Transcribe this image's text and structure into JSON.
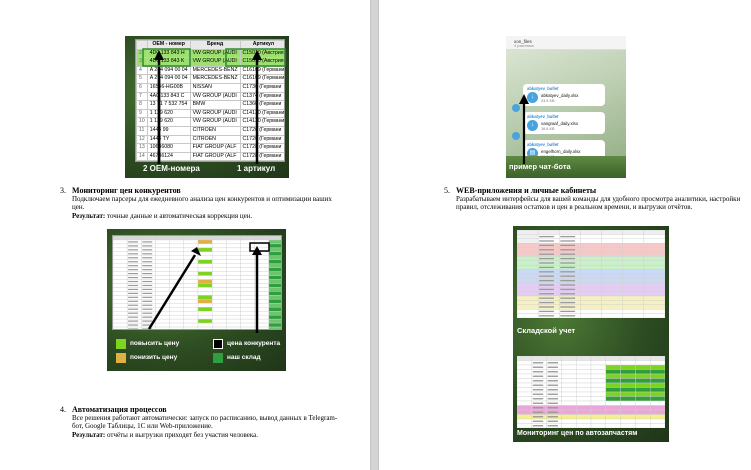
{
  "left_page": {
    "figure1": {
      "headers": [
        "OEM - номер",
        "Бренд",
        "Артикул"
      ],
      "rows": [
        [
          "4D0 133 843 H",
          "VW GROUP (AUDI",
          "C15010 (Австрия"
        ],
        [
          "4D0 133 843 K",
          "VW GROUP (AUDI",
          "C15010 (Австрия"
        ],
        [
          "A 274 094 00 04",
          "MERCEDES-BENZ",
          "C16109 (Германи"
        ],
        [
          "A 274 094 00 04",
          "MERCEDES-BENZ",
          "C16109 (Германи"
        ],
        [
          "16546-HG00B",
          "NISSAN",
          "C1730 (Германи"
        ],
        [
          "4A0 133 843 C",
          "VW GROUP (AUDI",
          "C1374 (Германи"
        ],
        [
          "13 71 7 532 754",
          "BMW",
          "C1360 (Германи"
        ],
        [
          "1 129 620",
          "VW GROUP (AUDI",
          "C14130 (Германи"
        ],
        [
          "1 129 620",
          "VW GROUP (AUDI",
          "C14130 (Германи"
        ],
        [
          "1444 99",
          "CITROEN",
          "C1726 (Германи"
        ],
        [
          "1444 TY",
          "CITROEN",
          "C1726 (Германи"
        ],
        [
          "10636080",
          "FIAT GROUP (ALF",
          "C1728 (Германи"
        ],
        [
          "46736124",
          "FIAT GROUP (ALF",
          "C1728 (Германи"
        ]
      ],
      "row_numbers": [
        "1",
        "2",
        "3",
        "4",
        "5",
        "6",
        "7",
        "8",
        "9",
        "10",
        "11",
        "12",
        "13",
        "14"
      ],
      "caption_left": "2 OEM-номера",
      "caption_right": "1 артикул"
    },
    "section3": {
      "number": "3.",
      "title": "Мониторинг цен конкурентов",
      "text": "Подключаем парсеры для ежедневного анализа цен конкурентов и оптимизации ваших цен.",
      "result_label": "Результат:",
      "result_text": " точные данные и автоматическая коррекция цен."
    },
    "figure2": {
      "legend": [
        {
          "label": "повысить цену",
          "color": "#7ed321"
        },
        {
          "label": "понизить цену",
          "color": "#e0b040"
        },
        {
          "label": "цена конкурента",
          "color": "#000000"
        },
        {
          "label": "наш склад",
          "color": "#2e9e3e"
        }
      ]
    },
    "section4": {
      "number": "4.",
      "title": "Автоматизация процессов",
      "text": "Все решения работают автоматически: запуск по расписанию, вывод данных в Telegram-бот, Google Таблицы, 1С или Web-приложение.",
      "result_label": "Результат:",
      "result_text": " отчёты и выгрузки приходят без участия человека."
    }
  },
  "right_page": {
    "figure3": {
      "chat_title": "xon_files",
      "chat_subtitle": "4 участника",
      "messages": [
        {
          "sender": "abkatyev_bullet",
          "file": "abkatyev_daily.xlsx",
          "size": "23.5 KB"
        },
        {
          "sender": "abkatyev_bullet",
          "file": "vangraaf_daily.xlsx",
          "size": "16.6 KB"
        },
        {
          "sender": "abkatyev_bullet",
          "file": "engelhorn_daily.xlsx",
          "size": "15.2 KB"
        }
      ],
      "caption": "пример чат-бота"
    },
    "section5": {
      "number": "5.",
      "title": "WEB-приложения и личные кабинеты",
      "text": "Разрабатываем интерфейсы для вашей команды для удобного просмотра аналитики, настройки правил, отслеживания остатков и цен в реальном времени, и выгрузки отчётов."
    },
    "figure4": {
      "caption_top": "Складской учет",
      "caption_bottom": "Мониторинг цен по автозапчастям"
    }
  }
}
